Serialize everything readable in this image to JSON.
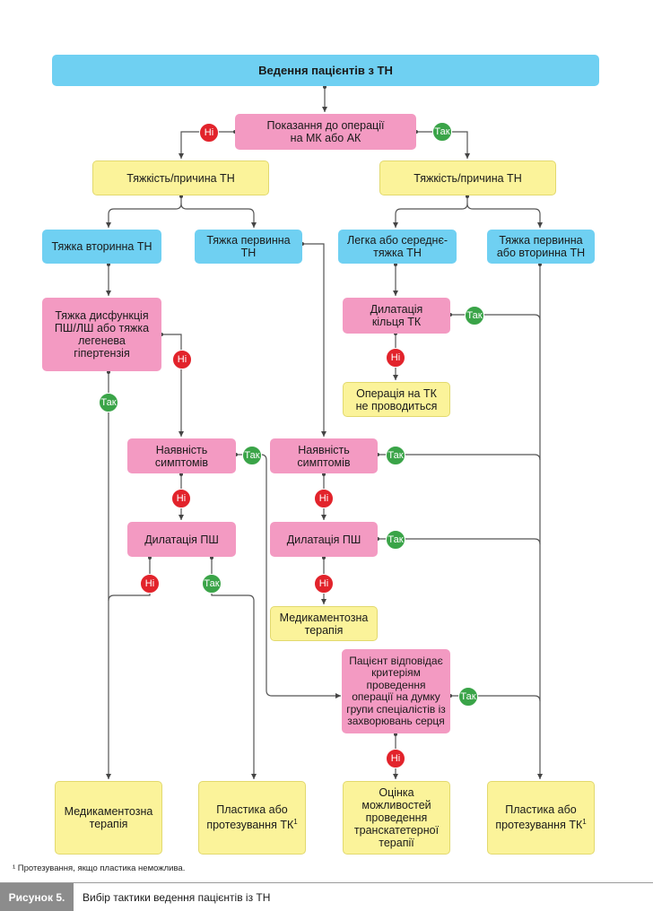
{
  "title": "Ведення пацієнтів з ТН",
  "indication": "Показання до операції на МК або АК",
  "severity_cause": "Тяжкість/причина ТН",
  "severe_secondary": "Тяжка вторинна ТН",
  "severe_primary": "Тяжка первинна ТН",
  "mild_moderate": "Легка або середнє-тяжка ТН",
  "severe_primary_or_secondary": "Тяжка первинна або вторинна ТН",
  "rv_dysfunction": "Тяжка дисфункція ПШ/ЛШ або тяжка легенева гіпертензія",
  "annulus_dilation": "Дилатація кільця ТК",
  "no_tv_surgery": "Операція на ТК не проводиться",
  "symptoms": "Наявність симптомів",
  "rv_dilation": "Дилатація ПШ",
  "medical_therapy": "Медикаментозна терапія",
  "heart_team": "Пацієнт відповідає критеріям проведення операції на думку групи спеціалістів із захворювань серця",
  "repair_replacement": "Пластика або протезування ТК",
  "footnote_mark": "1",
  "transcatheter": "Оцінка можливостей проведення транскатетерної терапії",
  "yes": "Так",
  "no": "Ні",
  "footnote": "¹ Протезування, якщо пластика неможлива.",
  "figure_label": "Рисунок 5.",
  "figure_caption": "Вибір тактики ведення пацієнтів із ТН",
  "colors": {
    "blue": "#6fd0f2",
    "pink": "#f39ac2",
    "yellow": "#fbf39a",
    "yes_badge": "#3aa448",
    "no_badge": "#e2232b",
    "line": "#555555"
  }
}
